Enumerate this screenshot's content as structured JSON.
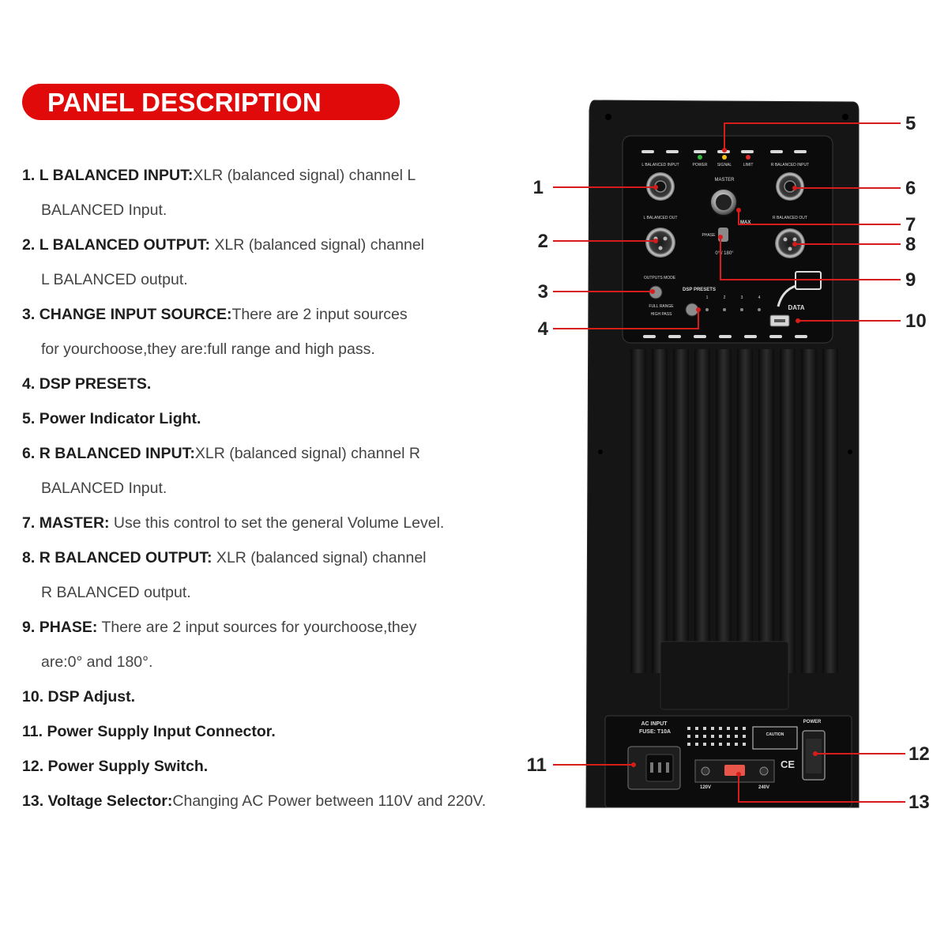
{
  "header": {
    "title": "PANEL DESCRIPTION"
  },
  "items": [
    {
      "num": "1.",
      "bold": "L BALANCED INPUT:",
      "rest": "XLR (balanced signal) channel L",
      "cont": "BALANCED Input."
    },
    {
      "num": "2.",
      "bold": "L BALANCED OUTPUT:",
      "rest": " XLR (balanced signal) channel",
      "cont": "L BALANCED output."
    },
    {
      "num": "3.",
      "bold": "CHANGE INPUT SOURCE:",
      "rest": "There are 2 input sources",
      "cont": "for yourchoose,they are:full range and high pass."
    },
    {
      "num": "4.",
      "bold": "DSP PRESETS.",
      "rest": ""
    },
    {
      "num": "5.",
      "bold": "Power Indicator Light.",
      "rest": ""
    },
    {
      "num": "6.",
      "bold": "R BALANCED INPUT:",
      "rest": "XLR (balanced signal) channel R",
      "cont": "BALANCED Input."
    },
    {
      "num": "7.",
      "bold": "MASTER:",
      "rest": " Use this control to set the general Volume Level."
    },
    {
      "num": "8.",
      "bold": "R BALANCED OUTPUT:",
      "rest": " XLR (balanced signal) channel",
      "cont": "R BALANCED output."
    },
    {
      "num": "9.",
      "bold": "PHASE:",
      "rest": " There are 2 input sources for yourchoose,they",
      "cont": "are:0° and 180°."
    },
    {
      "num": "10.",
      "bold": "DSP Adjust.",
      "rest": ""
    },
    {
      "num": "11.",
      "bold": "Power Supply Input Connector.",
      "rest": ""
    },
    {
      "num": "12.",
      "bold": "Power Supply Switch.",
      "rest": ""
    },
    {
      "num": "13.",
      "bold": "Voltage Selector:",
      "rest": "Changing AC Power between 110V and 220V."
    }
  ],
  "callouts": [
    "1",
    "2",
    "3",
    "4",
    "5",
    "6",
    "7",
    "8",
    "9",
    "10",
    "11",
    "12",
    "13"
  ],
  "panel_labels": {
    "l_in": "L BALANCED INPUT",
    "l_out": "L BALANCED OUT",
    "r_in": "R BALANCED INPUT",
    "r_out": "R BALANCED OUT",
    "power": "POWER",
    "signal": "SIGNAL",
    "limit": "LIMIT",
    "master": "MASTER",
    "max": "MAX",
    "phase": "PHASE",
    "phase_vals": "0° / 180°",
    "output_mode": "OUTPUTS MODE",
    "full_range": "FULL RANGE",
    "high_pass": "HIGH PASS",
    "dsp_presets": "DSP PRESETS",
    "preset_nums": [
      "1",
      "2",
      "3",
      "4"
    ],
    "data": "DATA",
    "ac_input": "AC INPUT",
    "fuse": "FUSE: T10A",
    "power_sw": "POWER",
    "v120": "120V",
    "v240": "240V",
    "caution": "CAUTION",
    "ce": "CE"
  },
  "colors": {
    "accent": "#e10a0a",
    "callout_line": "#d81b1b"
  }
}
